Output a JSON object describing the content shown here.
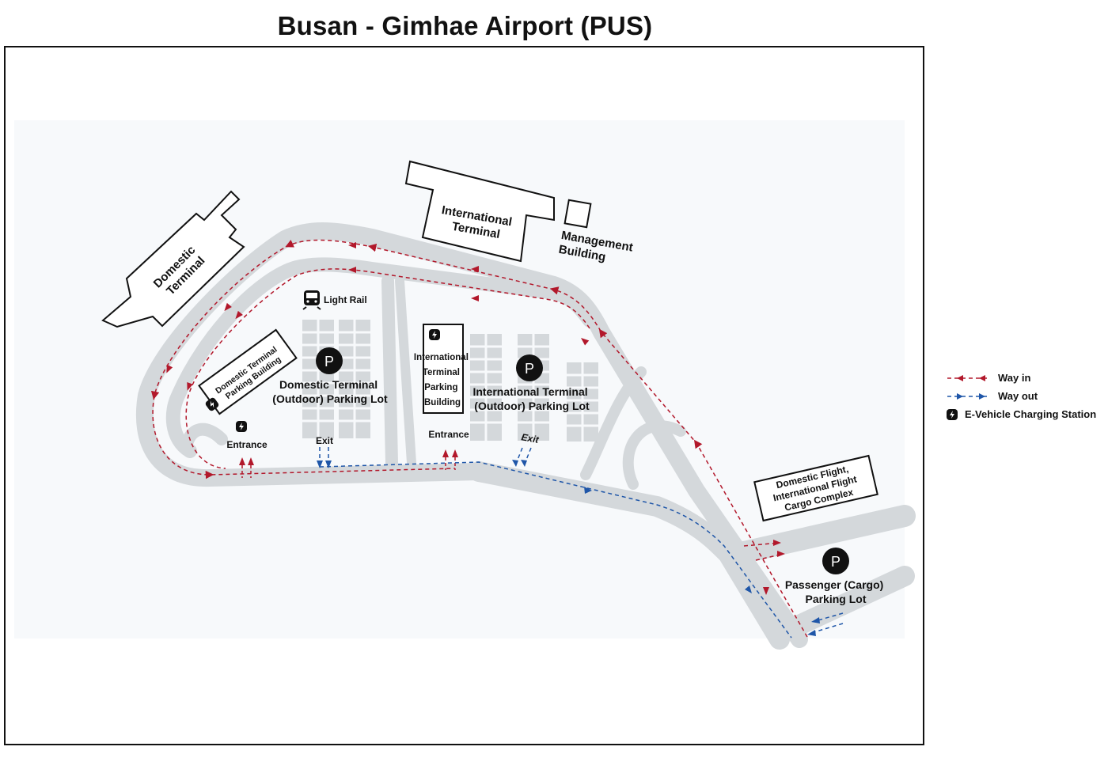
{
  "title": "Busan - Gimhae Airport (PUS)",
  "labels": {
    "domestic_terminal": [
      "Domestic",
      "Terminal"
    ],
    "international_terminal": [
      "International",
      "Terminal"
    ],
    "management_building": [
      "Management",
      "Building"
    ],
    "light_rail": "Light Rail",
    "domestic_parking_building": [
      "Domestic Terminal",
      "Parking Building"
    ],
    "domestic_parking_lot": [
      "Domestic Terminal",
      "(Outdoor) Parking Lot"
    ],
    "international_parking_building": [
      "International",
      "Terminal",
      "Parking",
      "Building"
    ],
    "international_parking_lot": [
      "International Terminal",
      "(Outdoor) Parking Lot"
    ],
    "cargo_complex": [
      "Domestic Flight,",
      "International Flight",
      "Cargo Complex"
    ],
    "cargo_parking_lot": [
      "Passenger (Cargo)",
      "Parking Lot"
    ],
    "entrance_1": "Entrance",
    "entrance_2": "Entrance",
    "exit_1": "Exit",
    "exit_2": "Exit",
    "parking_symbol": "P"
  },
  "legend": {
    "way_in": "Way in",
    "way_out": "Way out",
    "ev_charging": "E-Vehicle Charging Station"
  },
  "colors": {
    "road": "#d4d8db",
    "way_in": "#b2182b",
    "way_out": "#1f56a8",
    "background": "#f7f9fb",
    "outline": "#111111"
  },
  "icons": [
    "train-icon",
    "parking-icon",
    "ev-charging-icon"
  ]
}
